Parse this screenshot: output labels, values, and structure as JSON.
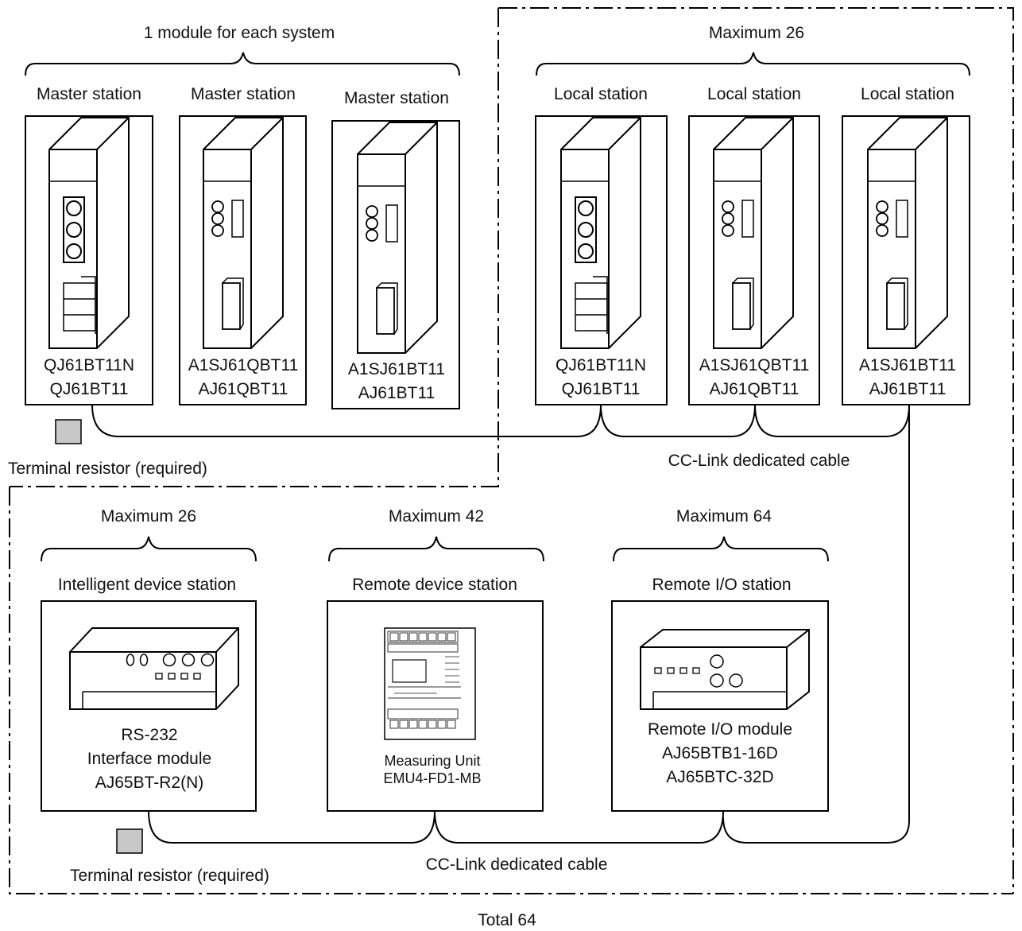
{
  "top_group": {
    "master_brace_label": "1 module for each system",
    "local_brace_label": "Maximum 26"
  },
  "masters": [
    {
      "title": "Master station",
      "model_1": "QJ61BT11N",
      "model_2": "QJ61BT11"
    },
    {
      "title": "Master station",
      "model_1": "A1SJ61QBT11",
      "model_2": "AJ61QBT11"
    },
    {
      "title": "Master station",
      "model_1": "A1SJ61BT11",
      "model_2": "AJ61BT11"
    }
  ],
  "locals": [
    {
      "title": "Local station",
      "model_1": "QJ61BT11N",
      "model_2": "QJ61BT11"
    },
    {
      "title": "Local station",
      "model_1": "A1SJ61QBT11",
      "model_2": "AJ61QBT11"
    },
    {
      "title": "Local station",
      "model_1": "A1SJ61BT11",
      "model_2": "AJ61BT11"
    }
  ],
  "top_terminal_resistor": "Terminal resistor (required)",
  "top_cable_label": "CC-Link dedicated cable",
  "bottom_group": {
    "intelligent": {
      "brace_label": "Maximum 26",
      "title": "Intelligent device station",
      "line_1": "RS-232",
      "line_2": "Interface module",
      "line_3": "AJ65BT-R2(N)"
    },
    "remote_device": {
      "brace_label": "Maximum 42",
      "title": "Remote device station",
      "line_1": "Measuring Unit",
      "line_2": "EMU4-FD1-MB"
    },
    "remote_io": {
      "brace_label": "Maximum 64",
      "title": "Remote I/O station",
      "line_1": "Remote I/O module",
      "line_2": "AJ65BTB1-16D",
      "line_3": "AJ65BTC-32D"
    }
  },
  "bottom_terminal_resistor": "Terminal resistor (required)",
  "bottom_cable_label": "CC-Link dedicated cable",
  "total_label": "Total 64"
}
